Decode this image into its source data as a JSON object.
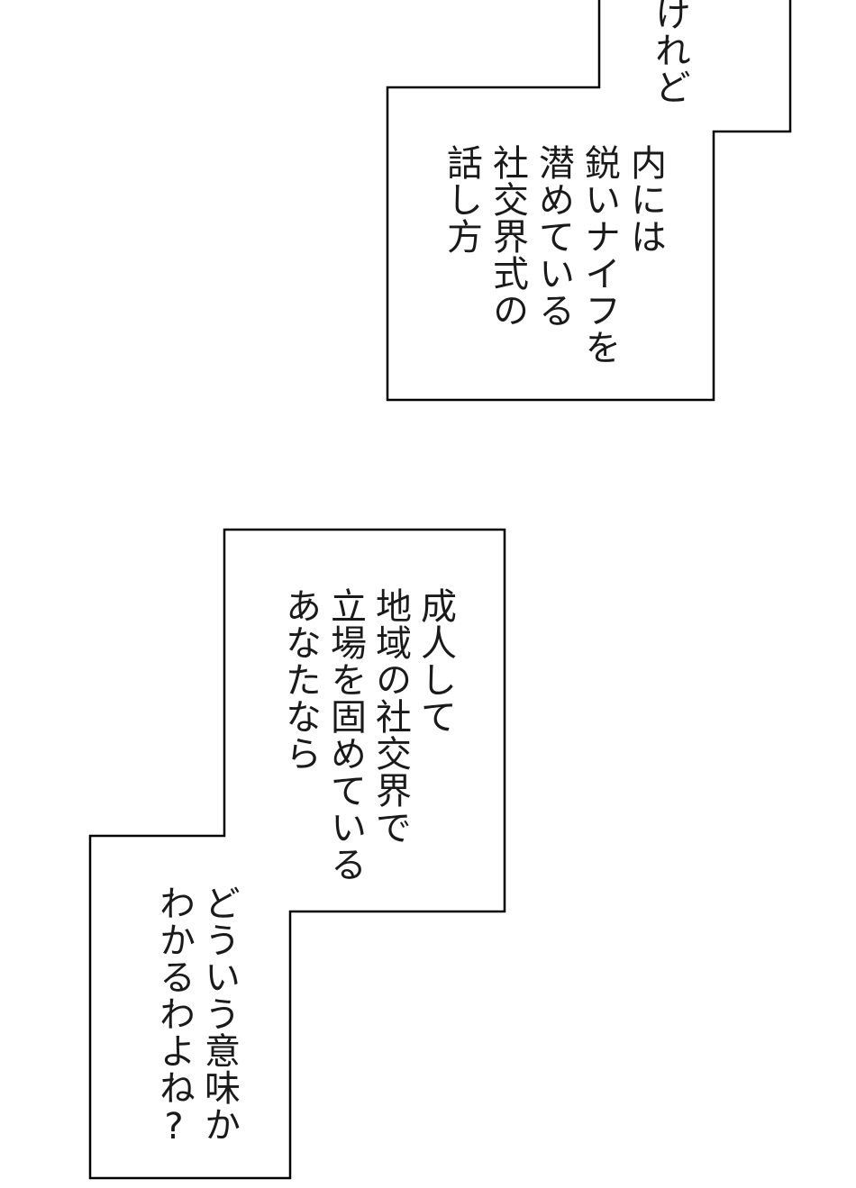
{
  "panels": {
    "top": {
      "lines": [
        "けれど"
      ]
    },
    "middle": {
      "lines": [
        "内には",
        "鋭いナイフを",
        "潜めている",
        "社交界式の",
        "話し方"
      ]
    },
    "lower_upper": {
      "lines": [
        "成人して",
        "地域の社交界で",
        "立場を固めている",
        "あなたなら"
      ]
    },
    "lower_bottom": {
      "lines": [
        "どういう意味か",
        "わかるわよね?"
      ]
    }
  }
}
